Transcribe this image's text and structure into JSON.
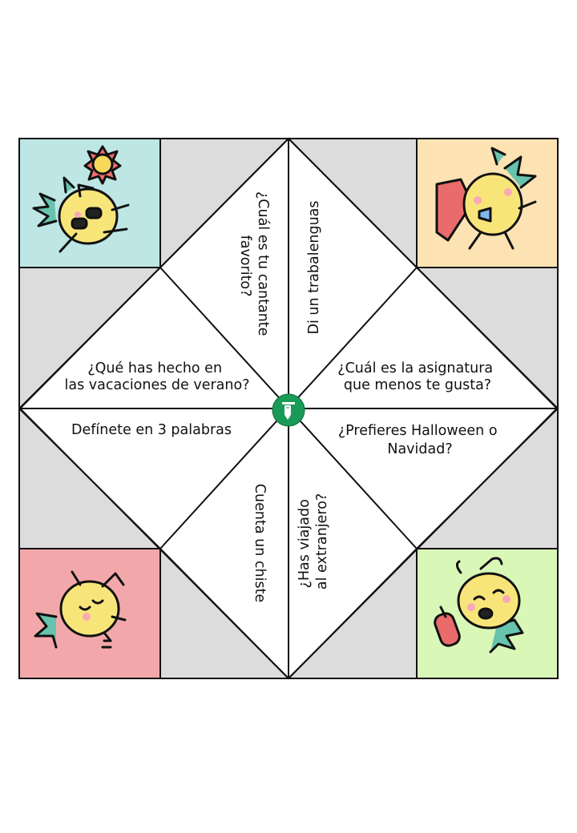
{
  "colors": {
    "corner_top_left": "#bde6e4",
    "corner_top_right": "#fde3b3",
    "corner_bottom_left": "#f2a8aa",
    "corner_bottom_right": "#d9f8b8",
    "gray_area": "#dcdcdc",
    "pineapple_body": "#f8e57a",
    "leaf": "#67c3ad",
    "logo_green": "#1a9a57"
  },
  "questions": {
    "top_left_diag": [
      "¿Cuál es tu cantante",
      "favorito?"
    ],
    "top_right_diag": [
      "Di un trabalenguas"
    ],
    "upper_left": [
      "¿Qué has hecho en",
      "las vacaciones de verano?"
    ],
    "upper_right": [
      "¿Cuál es la asignatura",
      "que menos te gusta?"
    ],
    "lower_left": [
      "Defínete en 3 palabras"
    ],
    "lower_right": [
      "¿Prefieres Halloween o",
      "Navidad?"
    ],
    "bottom_left_diag": [
      "Cuenta un chiste"
    ],
    "bottom_right_diag": [
      "¿Has viajado",
      "al extranjero?"
    ]
  },
  "corners": {
    "top_left": "pineapple-sunbathing-icon",
    "top_right": "pineapple-superhero-icon",
    "bottom_left": "pineapple-dancing-icon",
    "bottom_right": "pineapple-popsicle-icon"
  },
  "center_logo": "pencil-logo-icon"
}
